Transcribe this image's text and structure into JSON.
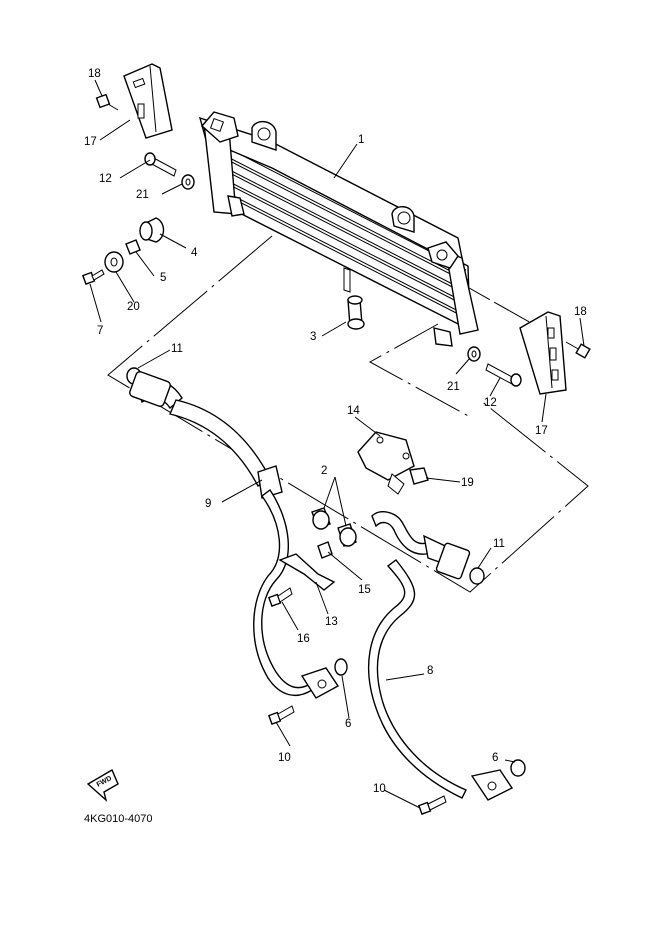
{
  "drawing_code": "4KG010-4070",
  "fwd_label": "FWD",
  "callouts": [
    {
      "id": "c1",
      "text": "1"
    },
    {
      "id": "c2",
      "text": "2"
    },
    {
      "id": "c3",
      "text": "3"
    },
    {
      "id": "c4",
      "text": "4"
    },
    {
      "id": "c5",
      "text": "5"
    },
    {
      "id": "c6a",
      "text": "6"
    },
    {
      "id": "c6b",
      "text": "6"
    },
    {
      "id": "c7",
      "text": "7"
    },
    {
      "id": "c8",
      "text": "8"
    },
    {
      "id": "c9",
      "text": "9"
    },
    {
      "id": "c10a",
      "text": "10"
    },
    {
      "id": "c10b",
      "text": "10"
    },
    {
      "id": "c11a",
      "text": "11"
    },
    {
      "id": "c11b",
      "text": "11"
    },
    {
      "id": "c12a",
      "text": "12"
    },
    {
      "id": "c12b",
      "text": "12"
    },
    {
      "id": "c13",
      "text": "13"
    },
    {
      "id": "c14",
      "text": "14"
    },
    {
      "id": "c15",
      "text": "15"
    },
    {
      "id": "c16",
      "text": "16"
    },
    {
      "id": "c17a",
      "text": "17"
    },
    {
      "id": "c17b",
      "text": "17"
    },
    {
      "id": "c18a",
      "text": "18"
    },
    {
      "id": "c18b",
      "text": "18"
    },
    {
      "id": "c19",
      "text": "19"
    },
    {
      "id": "c20",
      "text": "20"
    },
    {
      "id": "c21a",
      "text": "21"
    },
    {
      "id": "c21b",
      "text": "21"
    }
  ]
}
